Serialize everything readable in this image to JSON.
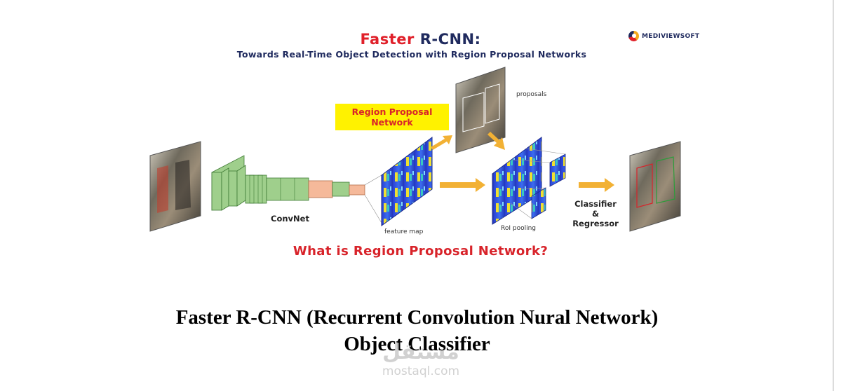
{
  "slide": {
    "title_part1": "Faster",
    "title_part2": "R-CNN:",
    "subtitle": "Towards Real-Time Object Detection with Region Proposal Networks",
    "logo_text": "MEDIVIEWSOFT",
    "rpn_label": "Region Proposal\nNetwork",
    "proposals_label": "proposals",
    "convnet_label": "ConvNet",
    "feature_map_label": "feature map",
    "roi_label": "RoI pooling",
    "classifier_label": "Classifier\n&\nRegressor",
    "question": "What is Region Proposal Network?"
  },
  "caption": {
    "line1": "Faster R-CNN (Recurrent Convolution Nural Network)",
    "line2": "Object Classifier"
  },
  "watermark": {
    "arabic": "مستقل",
    "domain": "mostaql.com"
  },
  "colors": {
    "title_red": "#e0202a",
    "title_navy": "#1f2a5e",
    "highlight_yellow": "#fff200",
    "arrow_orange": "#f2b134",
    "conv_green": "#9fcf8c",
    "conv_peach": "#f5b99a",
    "feature_blue": "#2f4fd8"
  },
  "icons": [
    "logo-mark-icon",
    "arrow-icon",
    "photo-thumbnail-icon"
  ]
}
